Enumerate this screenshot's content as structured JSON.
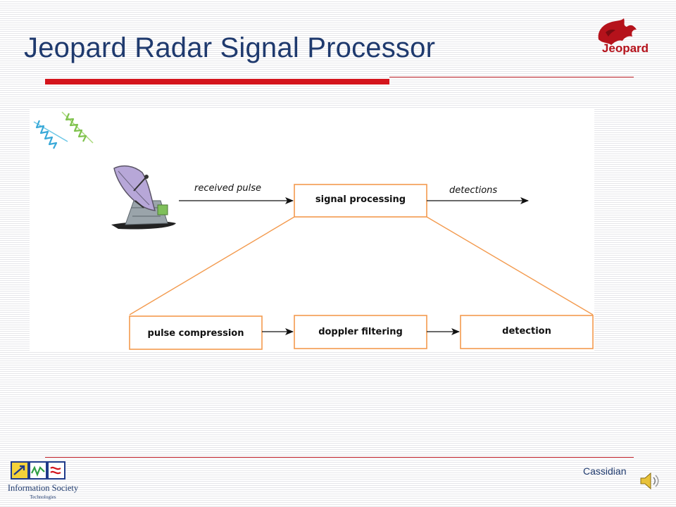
{
  "slide": {
    "title": "Jeopard Radar Signal Processor",
    "footer_company": "Cassidian",
    "accent_color": "#d4141c",
    "title_color": "#1f3a6e"
  },
  "logos": {
    "top_right": {
      "name": "jeopard-logo",
      "text": "Jeopard"
    },
    "bottom_left": {
      "name": "information-society-technologies-logo",
      "line1": "Information Society",
      "line2": "Technologies"
    }
  },
  "icons": {
    "speaker": "speaker-icon",
    "radar_dish": "radar-dish-icon",
    "wave_blue": "signal-wave-blue-icon",
    "wave_green": "signal-wave-green-icon"
  },
  "diagram": {
    "box_border_color": "#f39a4e",
    "line_color": "#111111",
    "edges": {
      "input": "received pulse",
      "output": "detections"
    },
    "top_box": "signal processing",
    "pipeline": [
      "pulse compression",
      "doppler filtering",
      "detection"
    ]
  }
}
